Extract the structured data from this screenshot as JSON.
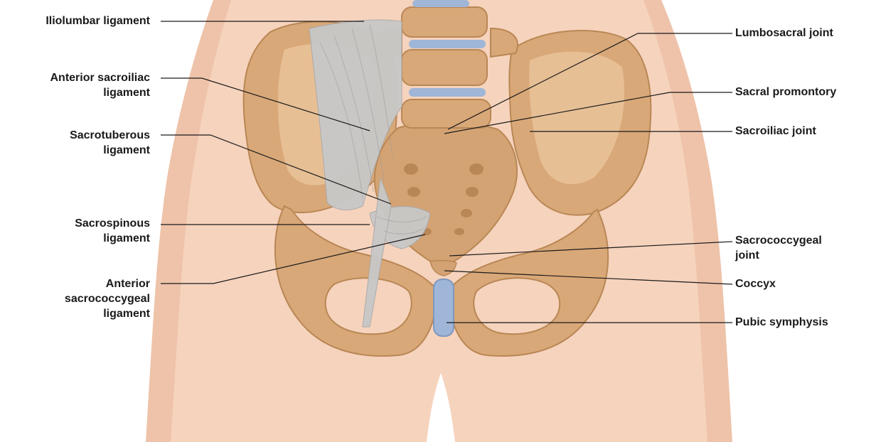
{
  "colors": {
    "skin": "#f6d3bd",
    "skin_shade": "#eab99c",
    "bone": "#d9a878",
    "bone_dark": "#b98755",
    "bone_light": "#ecc9a1",
    "ligament": "#c8c8c8",
    "disc": "#9fb6d8",
    "line": "#1a1a1a"
  },
  "labels": {
    "left": [
      {
        "id": "iliolumbar",
        "lines": [
          "Iliolumbar ligament"
        ]
      },
      {
        "id": "ant_sacroiliac",
        "lines": [
          "Anterior sacroiliac",
          "ligament"
        ]
      },
      {
        "id": "sacrotuberous",
        "lines": [
          "Sacrotuberous",
          "ligament"
        ]
      },
      {
        "id": "sacrospinous",
        "lines": [
          "Sacrospinous",
          "ligament"
        ]
      },
      {
        "id": "ant_sacrococcygeal",
        "lines": [
          "Anterior",
          "sacrococcygeal",
          "ligament"
        ]
      }
    ],
    "right": [
      {
        "id": "lumbosacral",
        "lines": [
          "Lumbosacral joint"
        ]
      },
      {
        "id": "sacral_promontory",
        "lines": [
          "Sacral promontory"
        ]
      },
      {
        "id": "sacroiliac",
        "lines": [
          "Sacroiliac joint"
        ]
      },
      {
        "id": "sacrococcygeal",
        "lines": [
          "Sacrococcygeal",
          "joint"
        ]
      },
      {
        "id": "coccyx",
        "lines": [
          "Coccyx"
        ]
      },
      {
        "id": "pubic_symphysis",
        "lines": [
          "Pubic symphysis"
        ]
      }
    ]
  }
}
